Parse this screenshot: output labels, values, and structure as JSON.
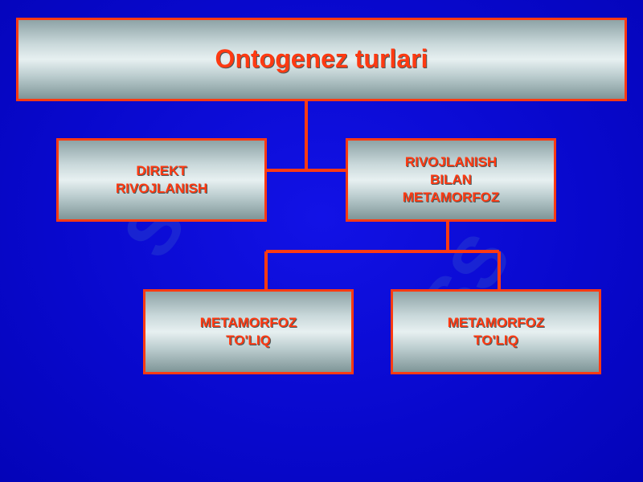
{
  "title": "Ontogenez turlari",
  "nodes": {
    "direct": "DIREKT\nRIVOJLANISH",
    "metamorphosis": "RIVOJLANISH\nBILAN\nMETAMORFOZ",
    "full_1": "METAMORFOZ\nTO'LIQ",
    "full_2": "METAMORFOZ\nTO'LIQ"
  },
  "colors": {
    "background": "#0a0ad4",
    "accent": "#ff3a12"
  }
}
